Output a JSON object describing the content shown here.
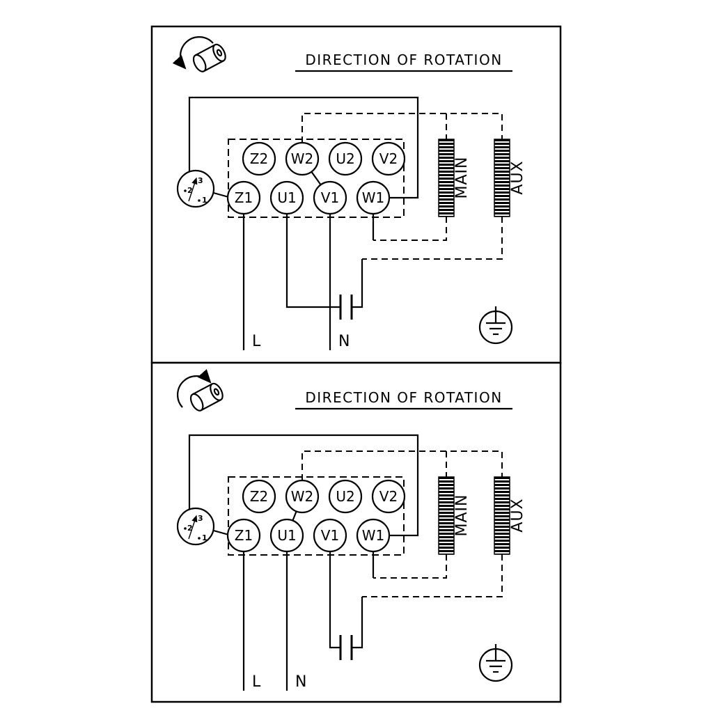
{
  "colors": {
    "ink": "#000000",
    "paper": "#ffffff"
  },
  "panels": [
    {
      "title": "DIRECTION OF ROTATION",
      "terminals": {
        "top": [
          "Z2",
          "W2",
          "U2",
          "V2"
        ],
        "bottom": [
          "Z1",
          "U1",
          "V1",
          "W1"
        ]
      },
      "windings": {
        "main": "MAIN",
        "aux": "AUX"
      },
      "supply": {
        "line": "L",
        "neutral": "N"
      },
      "selector": [
        "3",
        "2",
        "1"
      ]
    },
    {
      "title": "DIRECTION OF ROTATION",
      "terminals": {
        "top": [
          "Z2",
          "W2",
          "U2",
          "V2"
        ],
        "bottom": [
          "Z1",
          "U1",
          "V1",
          "W1"
        ]
      },
      "windings": {
        "main": "MAIN",
        "aux": "AUX"
      },
      "supply": {
        "line": "L",
        "neutral": "N"
      },
      "selector": [
        "3",
        "2",
        "1"
      ]
    }
  ]
}
